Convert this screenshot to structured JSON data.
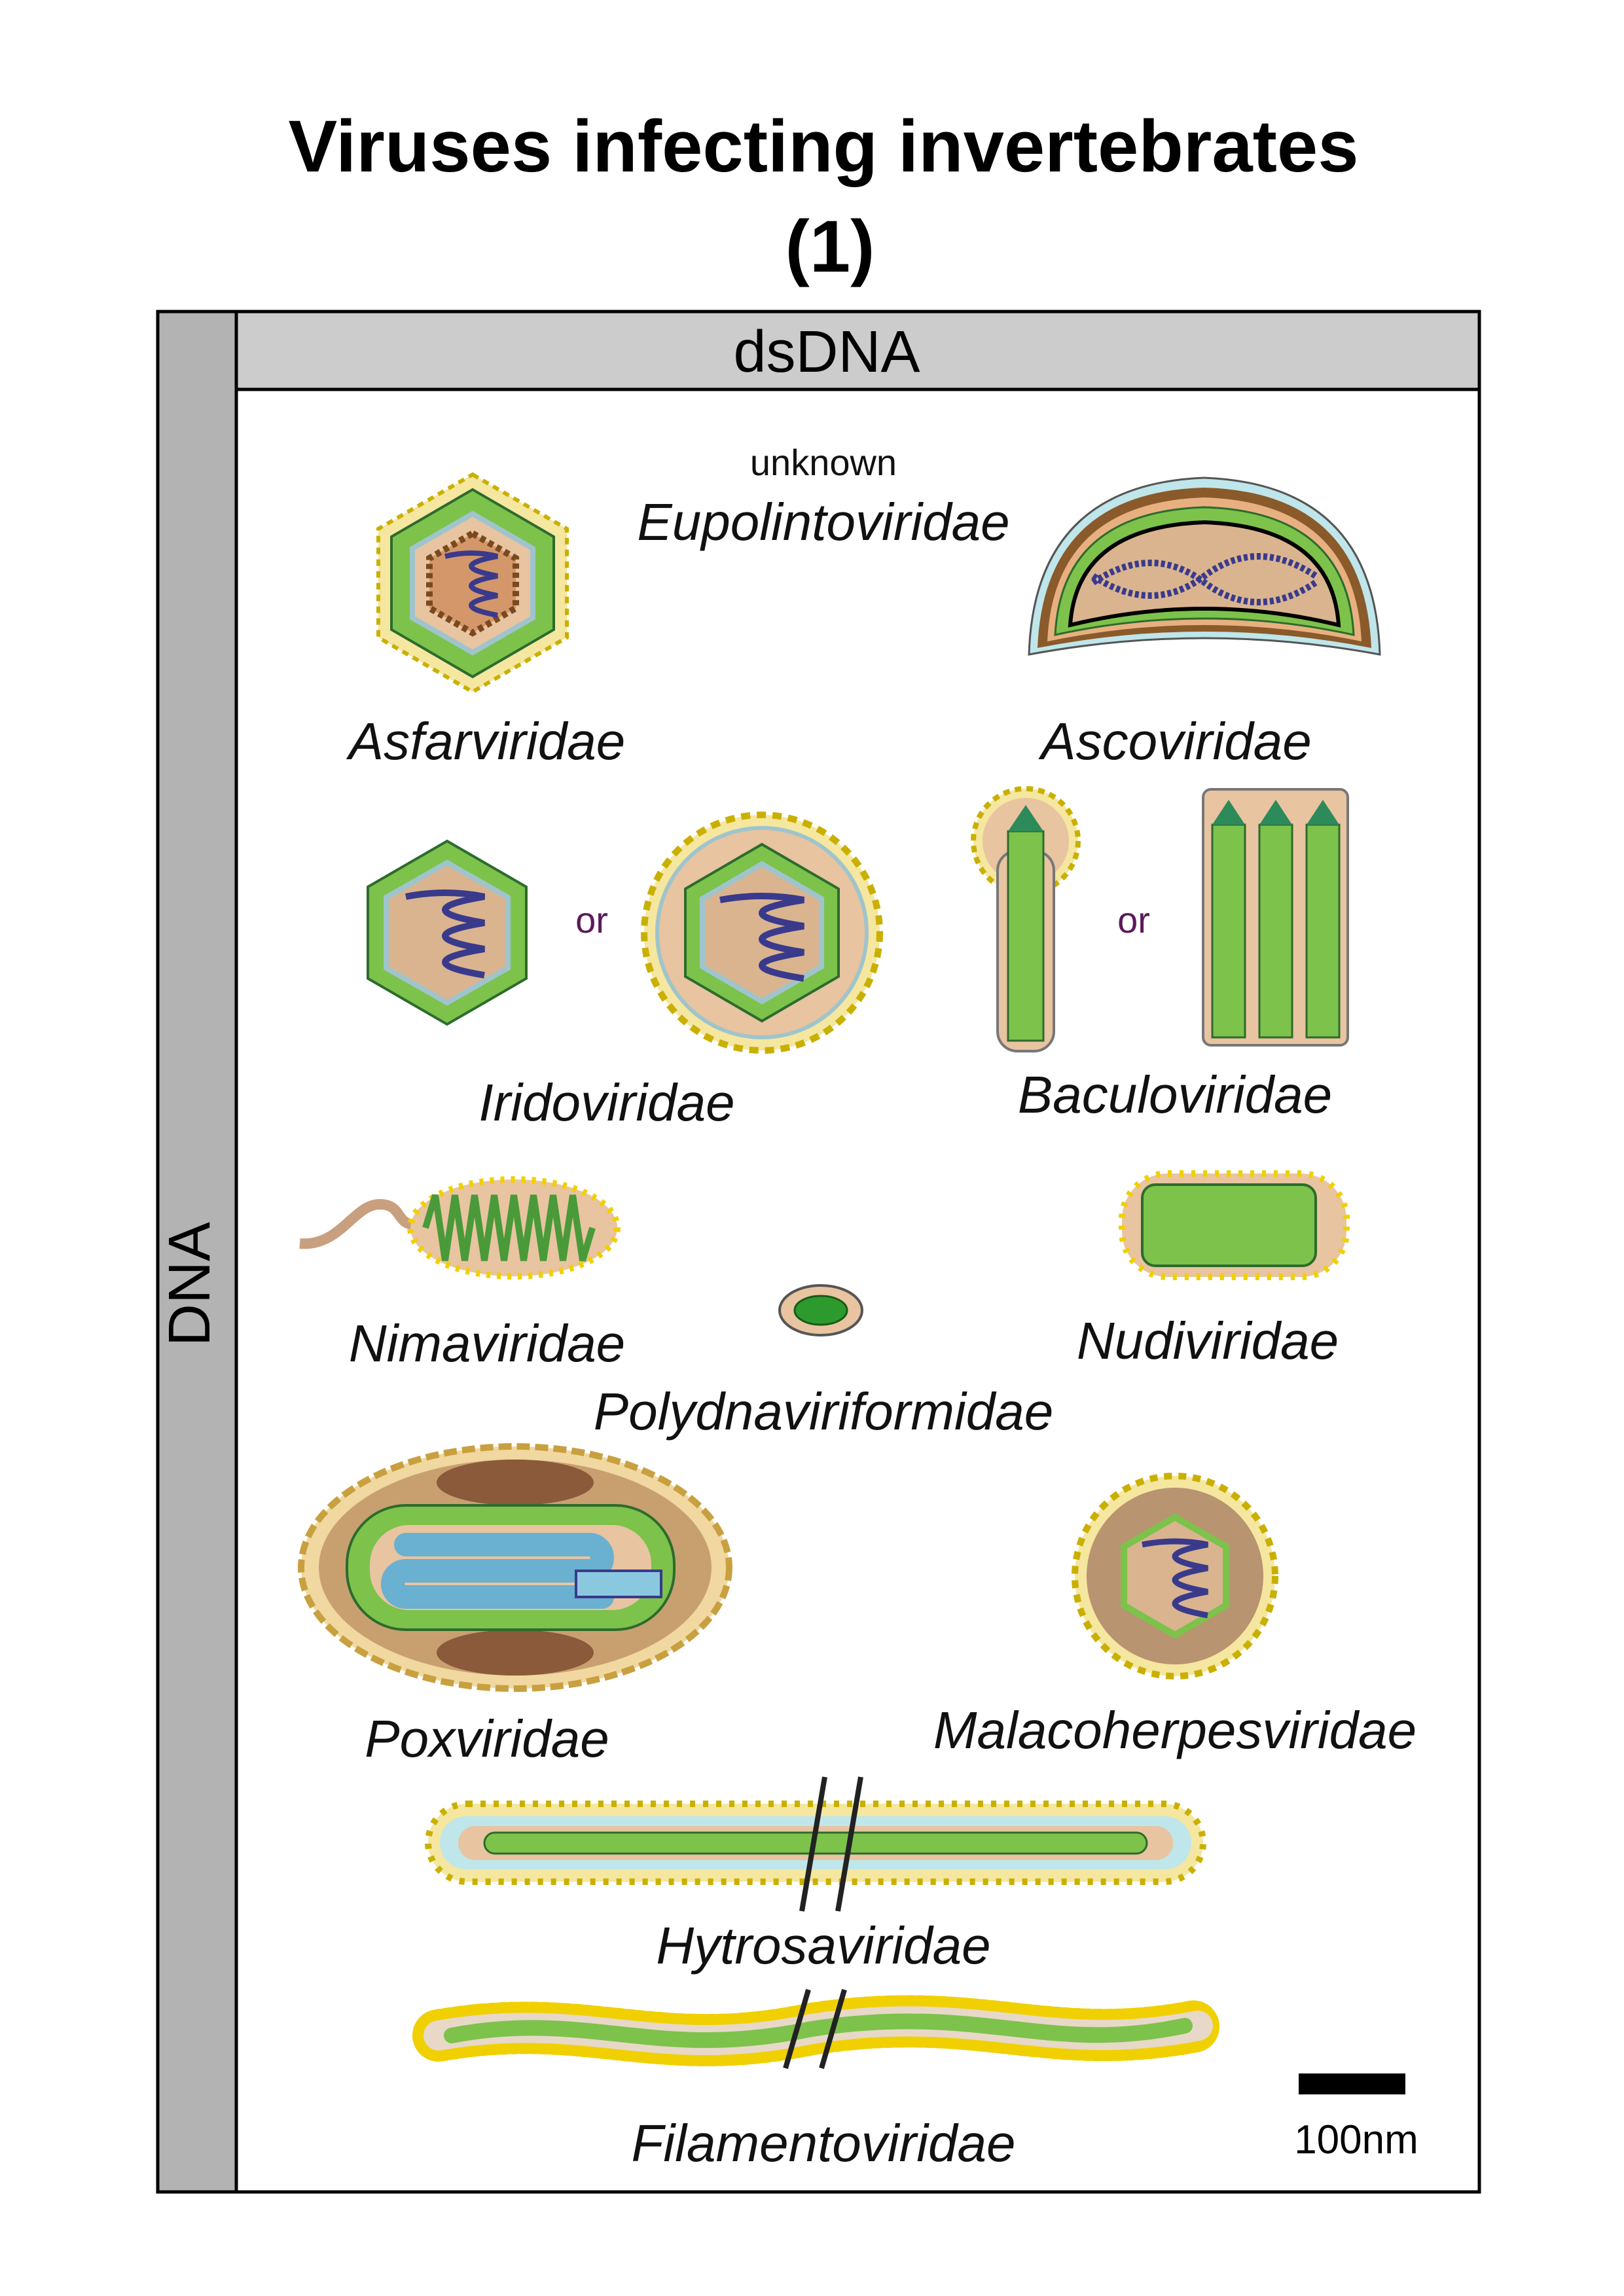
{
  "title_line1": "Viruses infecting invertebrates",
  "title_line2": "(1)",
  "group_label": "DNA",
  "header": "dsDNA",
  "families": {
    "eupolintoviridae_note": "unknown",
    "eupolintoviridae": "Eupolintoviridae",
    "asfarviridae": "Asfarviridae",
    "ascoviridae": "Ascoviridae",
    "iridoviridae": "Iridoviridae",
    "baculoviridae": "Baculoviridae",
    "nimaviridae": "Nimaviridae",
    "nudiviridae": "Nudiviridae",
    "polydnaviriformidae": "Polydnaviriformidae",
    "poxviridae": "Poxviridae",
    "malacoherpesviridae": "Malacoherpesviridae",
    "hytrosaviridae": "Hytrosaviridae",
    "filamentoviridae": "Filamentoviridae"
  },
  "or_label": "or",
  "scale_label": "100nm",
  "colors": {
    "green": "#7dc24b",
    "tan": "#e8c4a0",
    "brown": "#8a5a2b",
    "lightblue": "#bfe6ea",
    "yellow": "#f0d000",
    "dna": "#3a3a8c",
    "or": "#5a1a5a"
  }
}
